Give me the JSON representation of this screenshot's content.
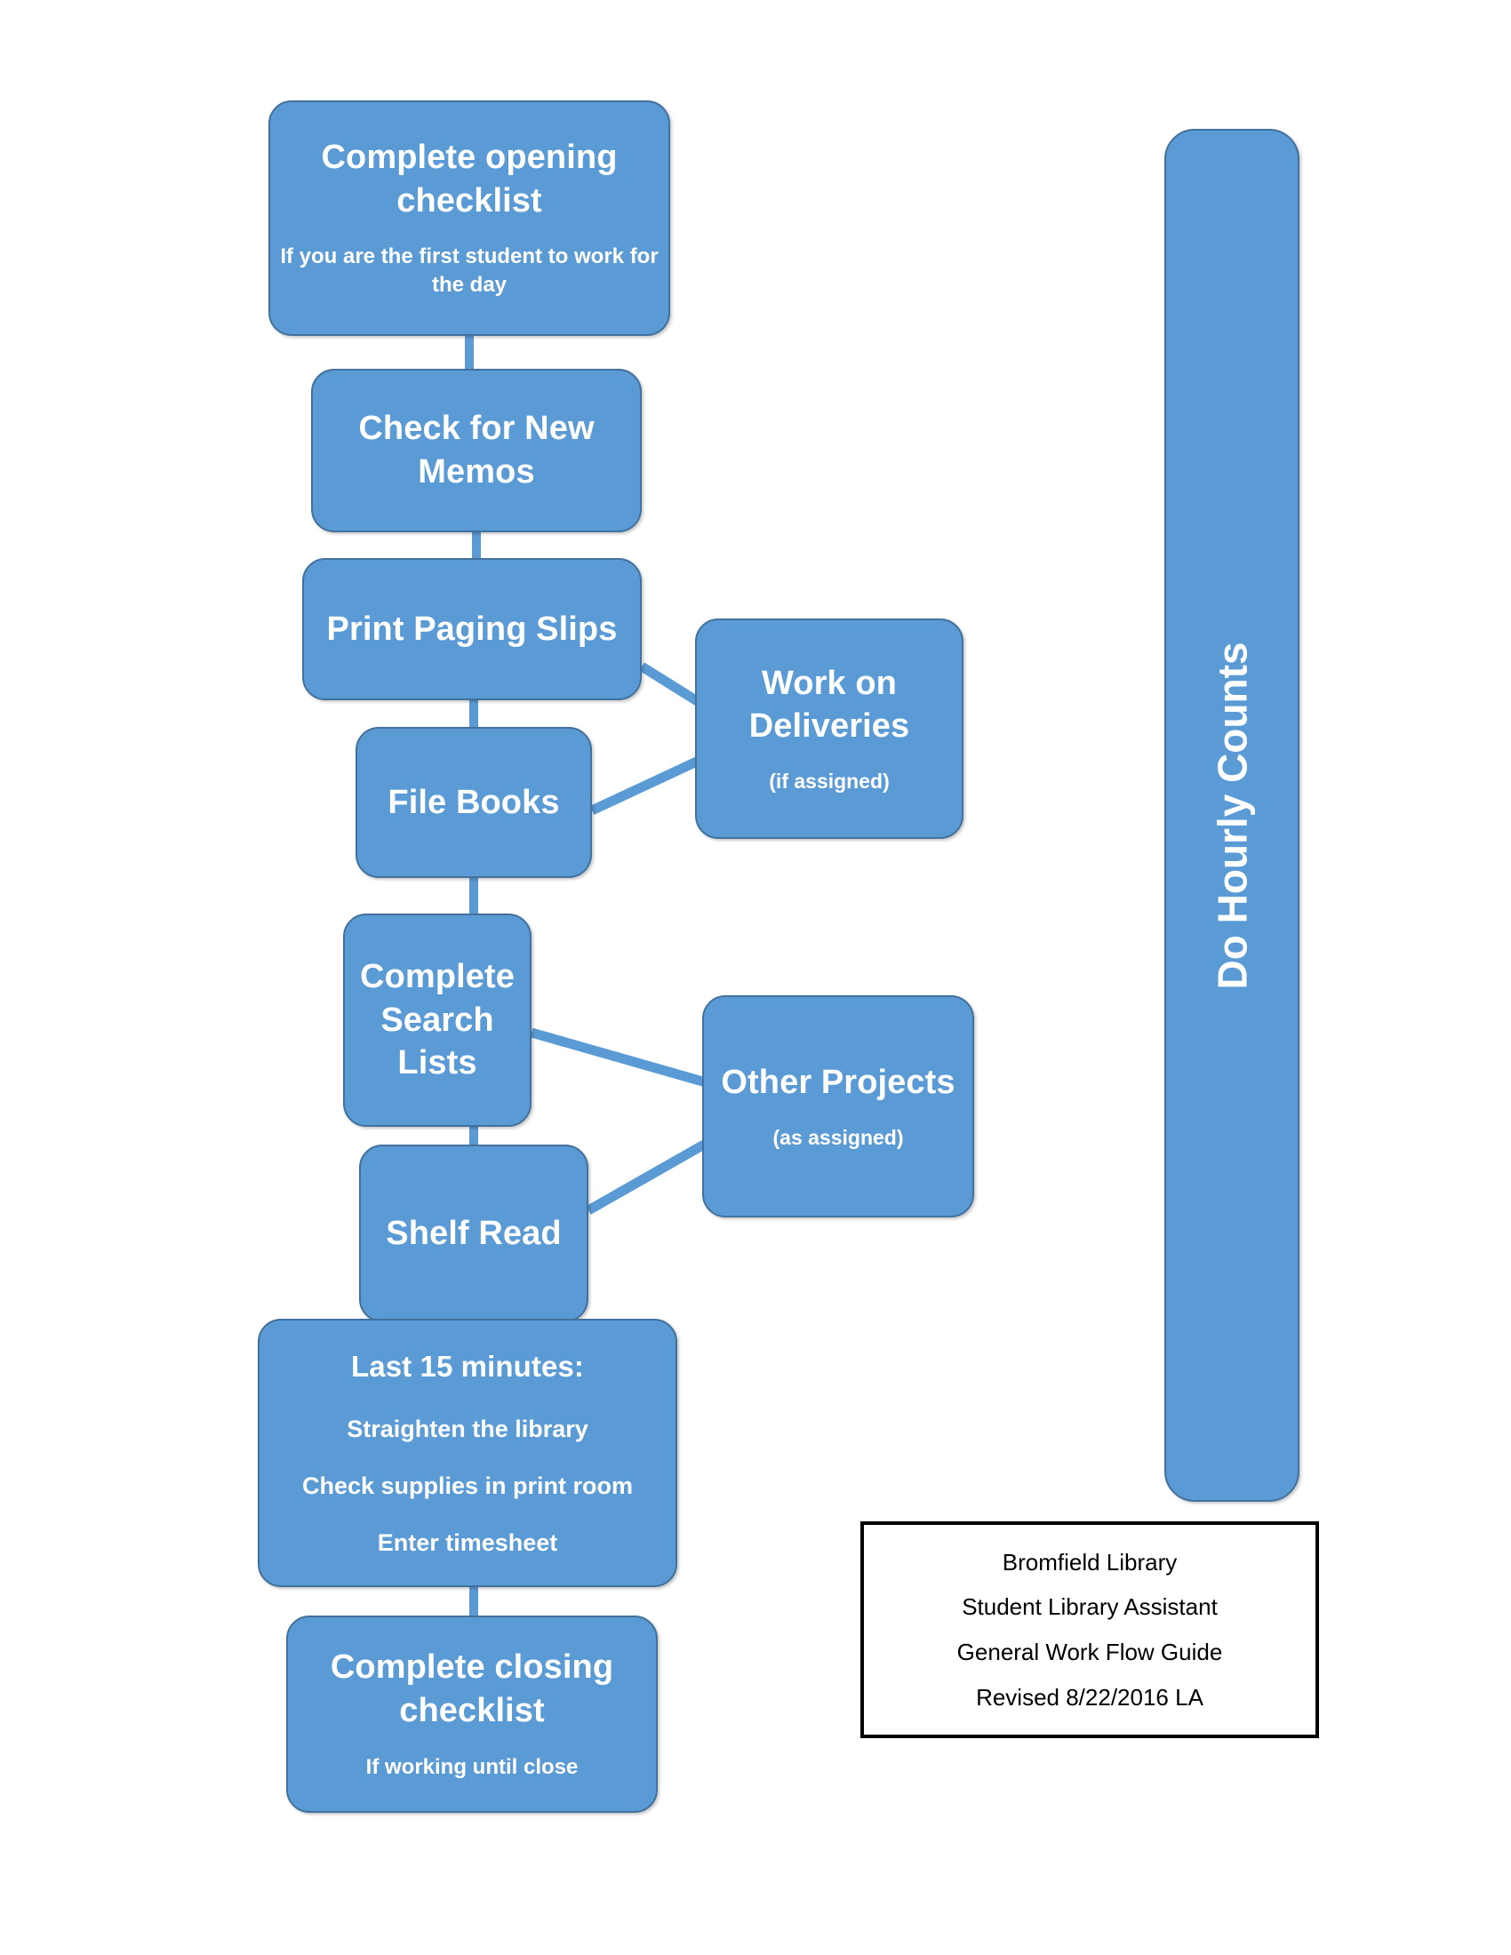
{
  "document": {
    "type": "flowchart",
    "orientation": "vertical-with-branches"
  },
  "nodes": {
    "opening": {
      "title": "Complete opening checklist",
      "subtitle": "If you are the first student to work for the day"
    },
    "memos": {
      "title": "Check for New Memos"
    },
    "paging": {
      "title": "Print Paging Slips"
    },
    "file_books": {
      "title": "File Books"
    },
    "deliveries": {
      "title": "Work on Deliveries",
      "subtitle": "(if assigned)"
    },
    "search_lists": {
      "title": "Complete Search Lists"
    },
    "shelf_read": {
      "title": "Shelf Read"
    },
    "other_projects": {
      "title": "Other Projects",
      "subtitle": "(as assigned)"
    },
    "last15": {
      "title": "Last 15 minutes:",
      "line1": "Straighten the library",
      "line2": "Check supplies in print room",
      "line3": "Enter timesheet"
    },
    "closing": {
      "title": "Complete closing checklist",
      "subtitle": "If working until close"
    },
    "hourly_counts": {
      "title": "Do Hourly Counts"
    }
  },
  "caption": {
    "line1": "Bromfield Library",
    "line2": "Student Library Assistant",
    "line3": "General Work Flow Guide",
    "line4": "Revised 8/22/2016 LA"
  },
  "colors": {
    "node_fill": "#5B9BD5",
    "node_border": "#41719C",
    "node_text": "#FFFFFF",
    "connector": "#5B9BD5",
    "caption_border": "#000000",
    "caption_text": "#000000",
    "background": "#FFFFFF"
  }
}
